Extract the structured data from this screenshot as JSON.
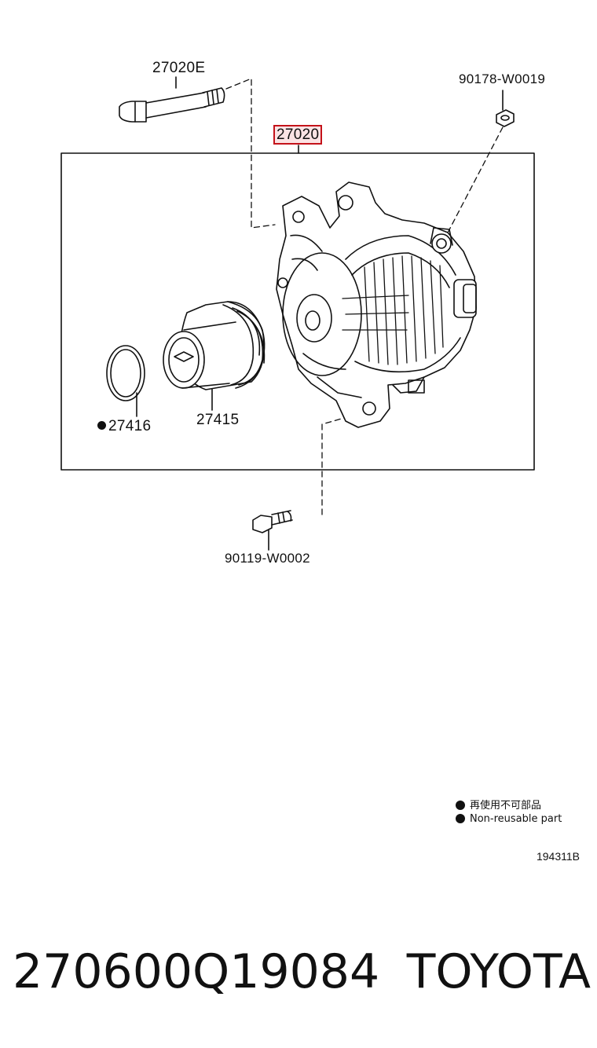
{
  "diagram": {
    "parts": [
      {
        "id": "bolt_top",
        "number": "27020E"
      },
      {
        "id": "nut",
        "number": "90178-W0019"
      },
      {
        "id": "alternator",
        "number": "27020",
        "highlighted": true
      },
      {
        "id": "ring",
        "number": "27416",
        "non_reusable": true
      },
      {
        "id": "pulley",
        "number": "27415"
      },
      {
        "id": "bolt_bottom",
        "number": "90119-W0002"
      }
    ],
    "legend": {
      "ja": "再使用不可部品",
      "en": "Non-reusable part"
    },
    "figure_code": "194311B"
  },
  "footer": {
    "part_number": "270600Q19084",
    "brand": "TOYOTA"
  },
  "colors": {
    "highlight_border": "#c4121a",
    "highlight_fill": "#fbe3e4",
    "line": "#111111"
  }
}
